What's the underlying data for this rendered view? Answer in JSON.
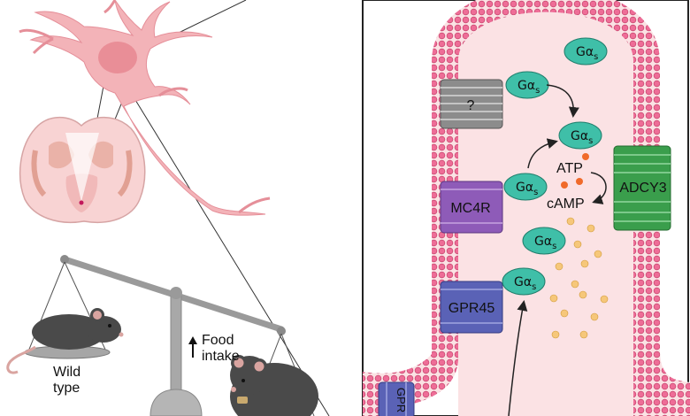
{
  "labels": {
    "unknown_receptor": "?",
    "mc4r": "MC4R",
    "gpr45": "GPR45",
    "gpr_partial": "GPR",
    "adcy3": "ADCY3",
    "atp": "ATP",
    "camp": "cAMP",
    "food_intake": "Food intake",
    "food_intake_line1": "Food",
    "food_intake_line2": "intake",
    "wild_type_line1": "Wild",
    "wild_type_line2": "type",
    "galpha_s": "Gα",
    "galpha_sub": "s"
  },
  "colors": {
    "neuron": "#f3b3b8",
    "neuron_nucleus": "#e98e97",
    "cilium_membrane": "#ea5d8d",
    "cilium_interior": "#fbe2e4",
    "galpha": "#3fbfa8",
    "unknown_receptor": "#8c8c8c",
    "mc4r": "#8e5bb8",
    "gpr45": "#5a62b6",
    "adcy3": "#3a9e4c",
    "camp_dot": "#f6c77a",
    "atp_dot": "#f06a2a",
    "mouse": "#4a4a4a",
    "scale": "#9a9a9a"
  },
  "icons": [
    "up-arrow-icon",
    "mouse-icon",
    "balance-scale-icon",
    "neuron-icon",
    "brain-section-icon"
  ]
}
